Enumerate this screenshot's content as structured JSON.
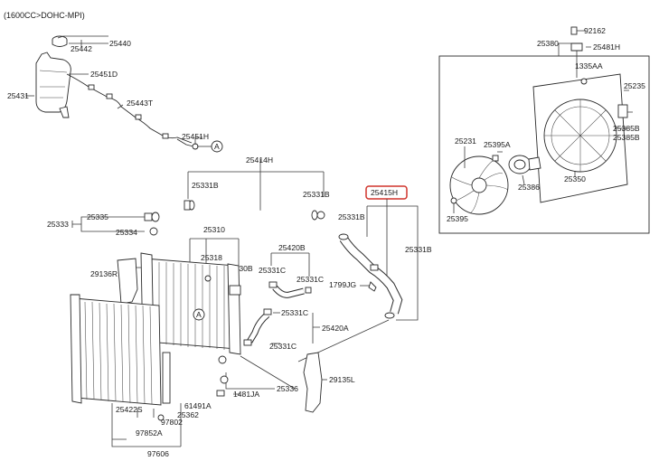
{
  "header": {
    "engine_spec": "(1600CC>DOHC-MPI)"
  },
  "highlight_color": "#d0342c",
  "labels": {
    "p25440": "25440",
    "p25442": "25442",
    "p25451D": "25451D",
    "p25431": "25431",
    "p25443T": "25443T",
    "p25451H": "25451H",
    "ref_a1": "A",
    "ref_a2": "A",
    "p25414H": "25414H",
    "p25331B_a": "25331B",
    "p25331B_b": "25331B",
    "p25331B_c": "25331B",
    "p25331B_d": "25331B",
    "p25415H": "25415H",
    "p25335": "25335",
    "p25333": "25333",
    "p25334": "25334",
    "p25310": "25310",
    "p25318": "25318",
    "p25330B": "25330B",
    "p25420B": "25420B",
    "p25331C_a": "25331C",
    "p25331C_b": "25331C",
    "p25331C_c": "25331C",
    "p25331C_d": "25331C",
    "p29136R": "29136R",
    "p1799JG": "1799JG",
    "p25420A": "25420A",
    "p29135L": "29135L",
    "p25336": "25336",
    "p1481JA": "1481JA",
    "p25422S": "25422S",
    "p61491A": "61491A",
    "p25362": "25362",
    "p97802": "97802",
    "p97852A": "97852A",
    "p97606": "97606",
    "p92162": "92162",
    "p25380": "25380",
    "p25481H": "25481H",
    "p1335AA": "1335AA",
    "p25235": "25235",
    "p25231": "25231",
    "p25395A": "25395A",
    "p25385B_a": "25385B",
    "p25385B_b": "25385B",
    "p25386": "25386",
    "p25350": "25350",
    "p25395": "25395"
  }
}
